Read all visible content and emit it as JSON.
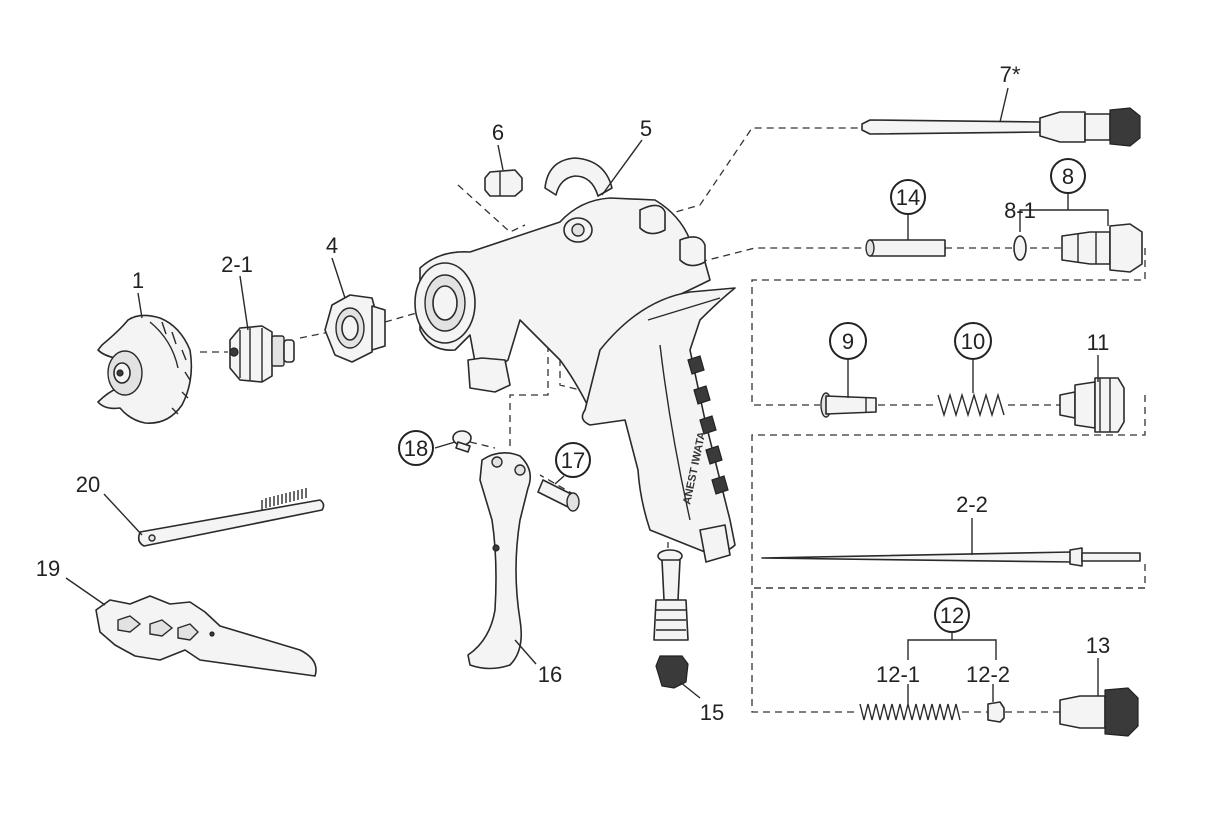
{
  "brand_text": "ANEST IWATA",
  "labels": {
    "p1": "1",
    "p2_1": "2-1",
    "p2_2": "2-2",
    "p4": "4",
    "p5": "5",
    "p6": "6",
    "p7": "7*",
    "p8": "8",
    "p8_1": "8-1",
    "p9": "9",
    "p10": "10",
    "p11": "11",
    "p12": "12",
    "p12_1": "12-1",
    "p12_2": "12-2",
    "p13": "13",
    "p14": "14",
    "p15": "15",
    "p16": "16",
    "p17": "17",
    "p18": "18",
    "p19": "19",
    "p20": "20"
  }
}
